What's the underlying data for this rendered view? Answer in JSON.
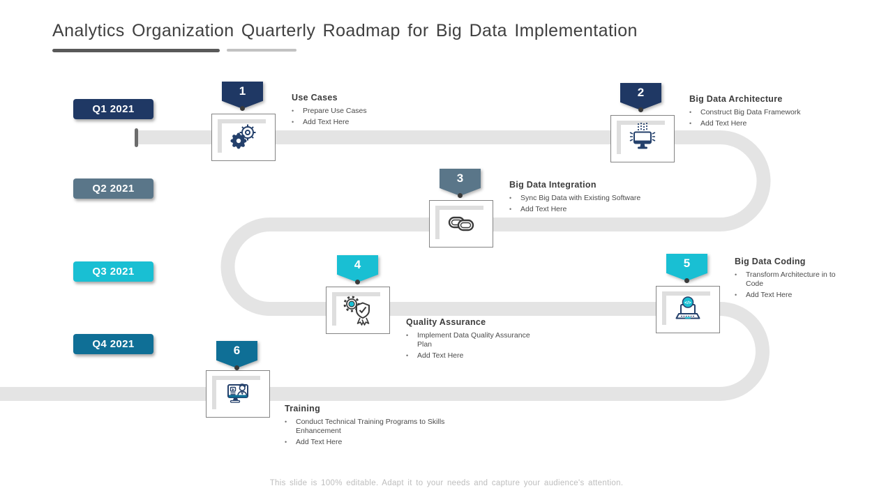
{
  "title": "Analytics Organization Quarterly Roadmap for Big Data Implementation",
  "footer": "This slide is 100% editable. Adapt it to your needs and capture your audience's attention.",
  "colors": {
    "navy": "#1F3864",
    "slate": "#5A7689",
    "cyan": "#19BFD3",
    "teal": "#0F6F96",
    "road": "#E4E4E4",
    "title_text": "#404040"
  },
  "quarters": [
    {
      "label": "Q1 2021",
      "color": "#1F3864"
    },
    {
      "label": "Q2 2021",
      "color": "#5A7689"
    },
    {
      "label": "Q3 2021",
      "color": "#19BFD3"
    },
    {
      "label": "Q4 2021",
      "color": "#0F6F96"
    }
  ],
  "milestones": [
    {
      "number": "1",
      "color": "#1F3864",
      "icon": "gears-icon",
      "title": "Use Cases",
      "bullets": [
        "Prepare Use Cases",
        "Add Text Here"
      ]
    },
    {
      "number": "2",
      "color": "#1F3864",
      "icon": "big-data-monitor-icon",
      "title": "Big Data Architecture",
      "bullets": [
        "Construct Big Data Framework",
        "Add Text Here"
      ]
    },
    {
      "number": "3",
      "color": "#5A7689",
      "icon": "chain-links-icon",
      "title": "Big Data Integration",
      "bullets": [
        "Sync Big Data with Existing Software",
        "Add Text Here"
      ]
    },
    {
      "number": "4",
      "color": "#19BFD3",
      "icon": "quality-badge-icon",
      "title": "Quality Assurance",
      "bullets": [
        "Implement Data Quality Assurance Plan",
        "Add Text Here"
      ]
    },
    {
      "number": "5",
      "color": "#19BFD3",
      "icon": "laptop-code-icon",
      "title": "Big Data Coding",
      "bullets": [
        "Transform Architecture in to Code",
        "Add Text Here"
      ]
    },
    {
      "number": "6",
      "color": "#0F6F96",
      "icon": "training-monitor-icon",
      "title": "Training",
      "bullets": [
        "Conduct Technical Training Programs to Skills Enhancement",
        "Add Text Here"
      ]
    }
  ]
}
